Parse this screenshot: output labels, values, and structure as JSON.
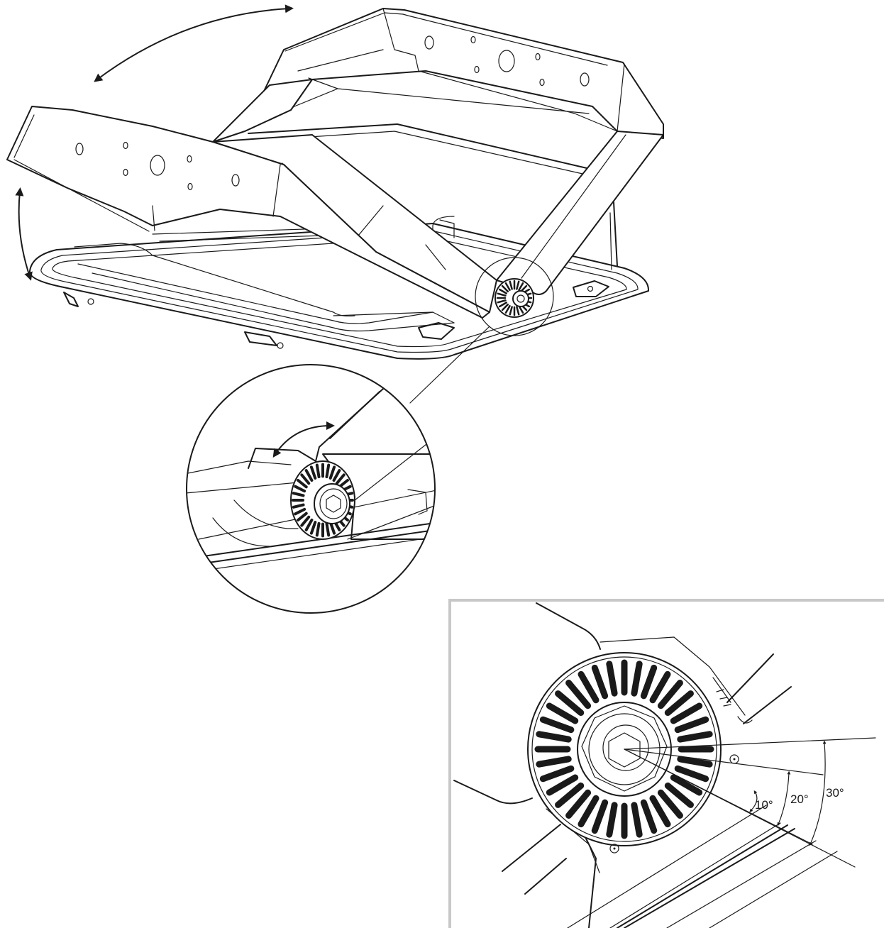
{
  "detail": {
    "angle_labels": [
      "10°",
      "20°",
      "30°"
    ]
  },
  "icons": {
    "rotate_arrow_top": "curved-double-arrow-icon",
    "rotate_arrow_left": "curved-double-arrow-icon",
    "rotate_arrow_zoom": "curved-double-arrow-icon"
  },
  "colors": {
    "line": "#1a1a1a",
    "frame": "#c8c8c8",
    "background": "#ffffff"
  }
}
